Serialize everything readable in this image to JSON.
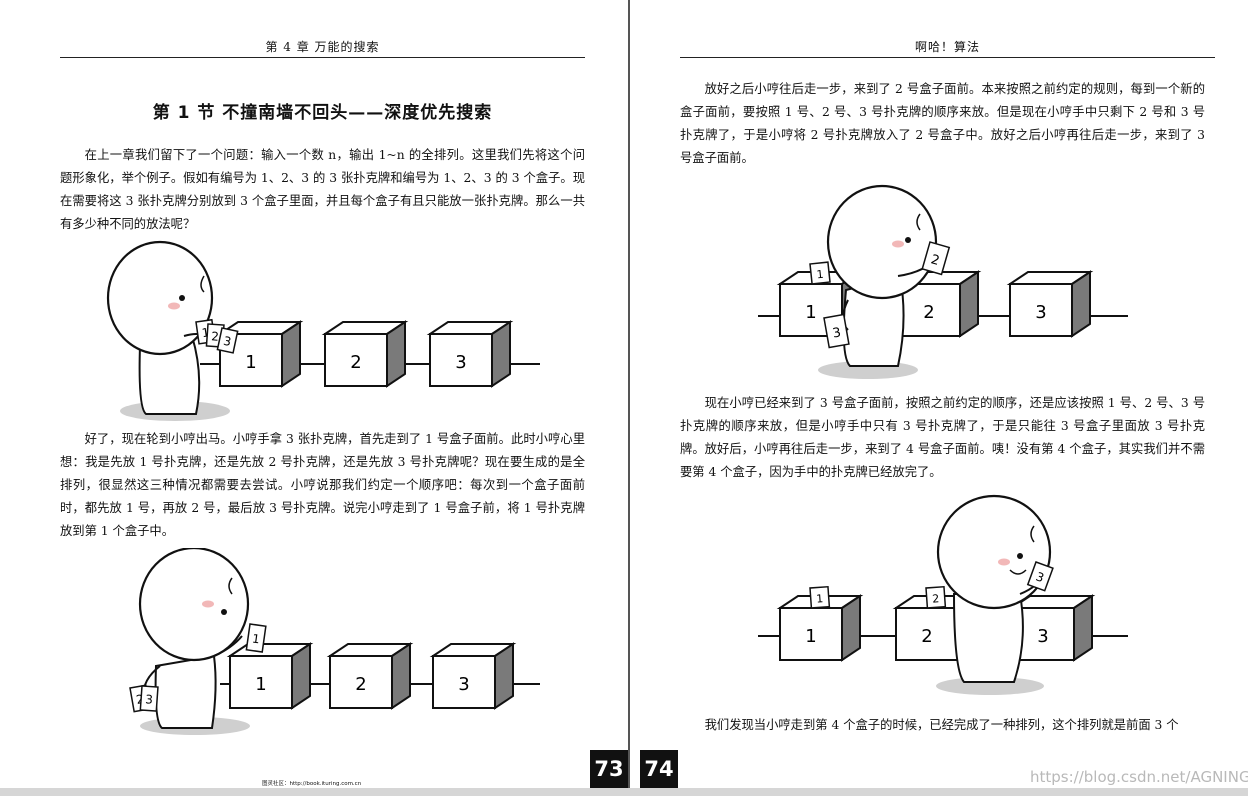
{
  "left_page": {
    "running_head": "第 4 章    万能的搜索",
    "section_title": "第 1 节    不撞南墙不回头——深度优先搜索",
    "para1": "在上一章我们留下了一个问题：输入一个数 n，输出 1~n 的全排列。这里我们先将这个问题形象化，举个例子。假如有编号为 1、2、3 的 3 张扑克牌和编号为 1、2、3 的 3 个盒子。现在需要将这 3 张扑克牌分别放到 3 个盒子里面，并且每个盒子有且只能放一张扑克牌。那么一共有多少种不同的放法呢？",
    "para2": "好了，现在轮到小哼出马。小哼手拿 3 张扑克牌，首先走到了 1 号盒子面前。此时小哼心里想：我是先放 1 号扑克牌，还是先放 2 号扑克牌，还是先放 3 号扑克牌呢？现在要生成的是全排列，很显然这三种情况都需要去尝试。小哼说那我们约定一个顺序吧：每次到一个盒子面前时，都先放 1 号，再放 2 号，最后放 3 号扑克牌。说完小哼走到了 1 号盒子前，将 1 号扑克牌放到第 1 个盒子中。",
    "page_number": "73",
    "footer_note": "图灵社区：http://book.ituring.com.cn"
  },
  "right_page": {
    "running_head": "啊哈！算法",
    "para1": "放好之后小哼往后走一步，来到了 2 号盒子面前。本来按照之前约定的规则，每到一个新的盒子面前，要按照 1 号、2 号、3 号扑克牌的顺序来放。但是现在小哼手中只剩下 2 号和 3 号扑克牌了，于是小哼将 2 号扑克牌放入了 2 号盒子中。放好之后小哼再往后走一步，来到了 3 号盒子面前。",
    "para2": "现在小哼已经来到了 3 号盒子面前，按照之前约定的顺序，还是应该按照 1 号、2 号、3 号扑克牌的顺序来放，但是小哼手中只有 3 号扑克牌了，于是只能往 3 号盒子里面放 3 号扑克牌。放好后，小哼再往后走一步，来到了 4 号盒子面前。咦！没有第 4 个盒子，其实我们并不需要第 4 个盒子，因为手中的扑克牌已经放完了。",
    "para3": "我们发现当小哼走到第 4 个盒子的时候，已经完成了一种排列，这个排列就是前面 3 个",
    "page_number": "74",
    "watermark": "https://blog.csdn.net/AGNING"
  },
  "illustrations": {
    "box_labels": [
      "1",
      "2",
      "3"
    ],
    "fig1_cards": [
      "1",
      "2",
      "3"
    ],
    "fig2_cards": [
      "2",
      "3"
    ],
    "fig2_placed_card": "1",
    "fig3_placed_card": "1",
    "fig3_hand_card": "2",
    "fig3_held_card": "3",
    "fig4_placed_cards": [
      "1",
      "2"
    ],
    "fig4_hand_card": "3"
  },
  "colors": {
    "ink": "#111111",
    "shadow": "#cfcfcf",
    "box_side": "#7a7a7a",
    "blush": "#f2b8b8"
  }
}
